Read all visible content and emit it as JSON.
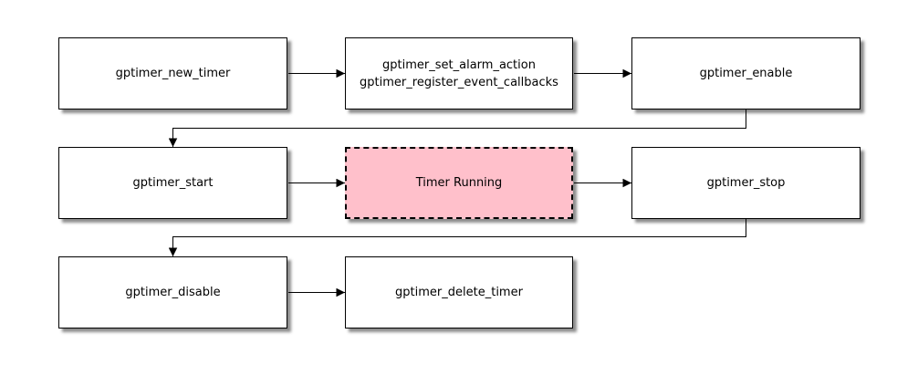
{
  "diagram": {
    "nodes": {
      "new_timer": {
        "label": "gptimer_new_timer"
      },
      "config": {
        "line1": "gptimer_set_alarm_action",
        "line2": "gptimer_register_event_callbacks"
      },
      "enable": {
        "label": "gptimer_enable"
      },
      "start": {
        "label": "gptimer_start"
      },
      "timer_running": {
        "label": "Timer Running",
        "fill": "#ffc0cb",
        "border_style": "dashed"
      },
      "stop": {
        "label": "gptimer_stop"
      },
      "disable": {
        "label": "gptimer_disable"
      },
      "delete_timer": {
        "label": "gptimer_delete_timer"
      }
    },
    "edges": [
      {
        "from": "new_timer",
        "to": "config"
      },
      {
        "from": "config",
        "to": "enable"
      },
      {
        "from": "enable",
        "to": "start"
      },
      {
        "from": "start",
        "to": "timer_running"
      },
      {
        "from": "timer_running",
        "to": "stop"
      },
      {
        "from": "stop",
        "to": "disable"
      },
      {
        "from": "disable",
        "to": "delete_timer"
      }
    ],
    "colors": {
      "background": "#ffffff",
      "node_fill": "#ffffff",
      "node_border": "#000000",
      "highlight_fill": "#ffc0cb",
      "arrow": "#000000"
    }
  }
}
